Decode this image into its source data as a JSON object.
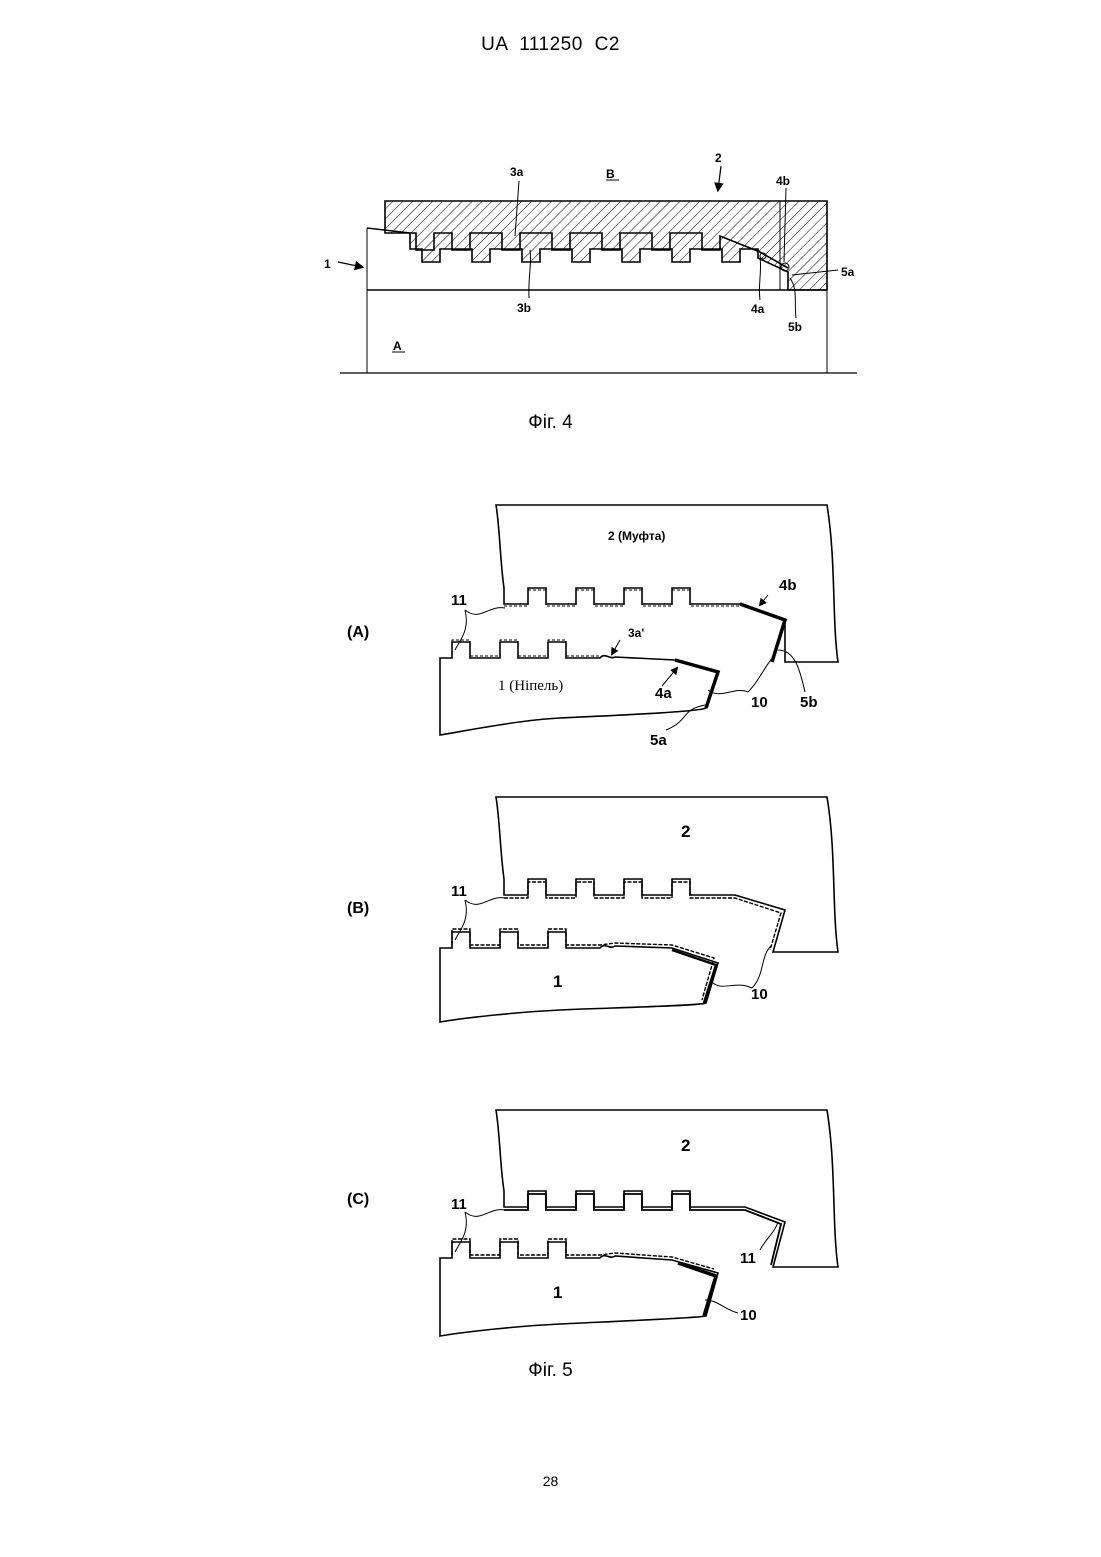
{
  "header": {
    "doc_id": "UA   111250   C2"
  },
  "fig4": {
    "caption": "Фіг. 4",
    "labels": {
      "pin": "1",
      "box": "2",
      "thread_a": "3a",
      "thread_b": "3b",
      "seal_a": "4a",
      "seal_b": "4b",
      "shoulder_a": "5a",
      "shoulder_b": "5b",
      "region_a": "A",
      "region_b": "B"
    }
  },
  "fig5": {
    "caption": "Фіг. 5",
    "panels": [
      {
        "tag": "(A)",
        "box_label": "2 (Муфта)",
        "pin_label": "1 (Ніпель)",
        "film": "11",
        "film_end": "10",
        "thread_a": "3a'",
        "seal_a": "4a",
        "seal_b": "4b",
        "shoulder_a": "5a",
        "shoulder_b": "5b"
      },
      {
        "tag": "(B)",
        "box_label": "2",
        "pin_label": "1",
        "film": "11",
        "film_end": "10"
      },
      {
        "tag": "(C)",
        "box_label": "2",
        "pin_label": "1",
        "film": "11",
        "film_b": "11",
        "film_end": "10"
      }
    ]
  },
  "page_number": "28"
}
